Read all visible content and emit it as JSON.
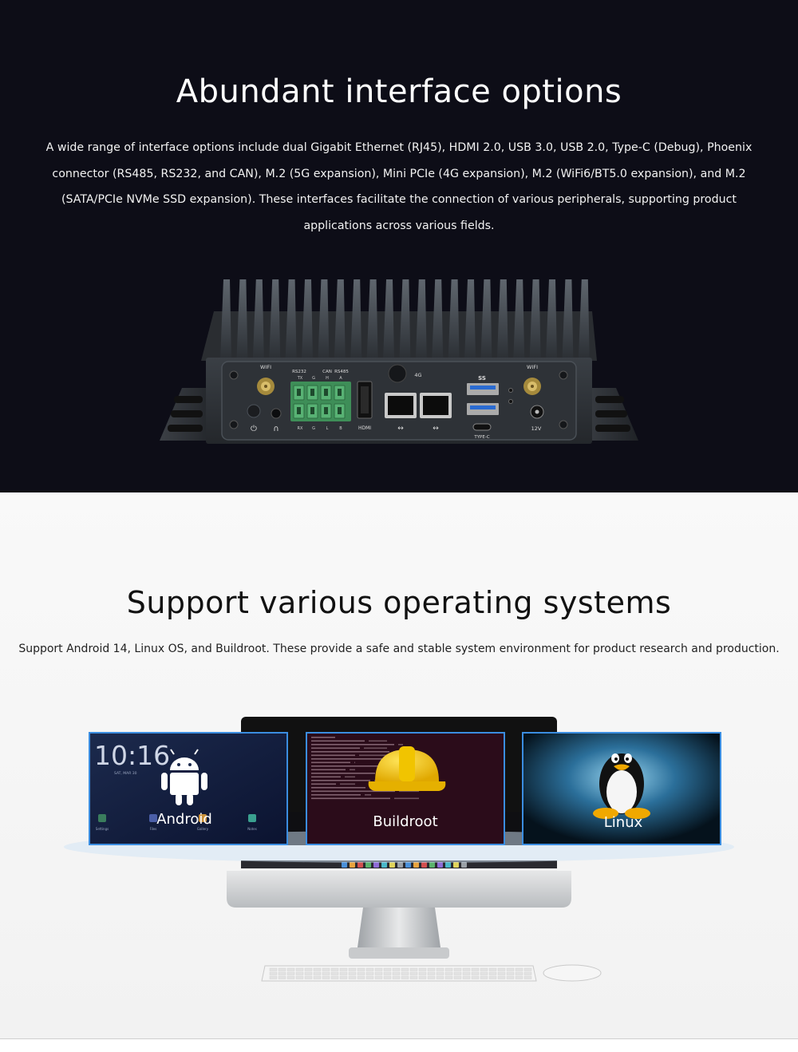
{
  "interface_section": {
    "title": "Abundant interface options",
    "description": "A wide range of interface options include dual Gigabit Ethernet (RJ45), HDMI 2.0, USB 3.0, USB 2.0, Type-C (Debug), Phoenix connector (RS485, RS232, and CAN), M.2 (5G expansion), Mini PCIe (4G expansion), M.2 (WiFi6/BT5.0 expansion), and M.2 (SATA/PCIe NVMe SSD expansion). These interfaces facilitate the connection of various peripherals, supporting product applications across various fields.",
    "device_labels": {
      "wifi_left": "WIFI",
      "rs232": "RS232",
      "can": "CAN",
      "rs485": "RS485",
      "pin_top": [
        "TX",
        "G",
        "H",
        "A"
      ],
      "pin_bottom": [
        "RX",
        "G",
        "L",
        "B"
      ],
      "hdmi": "HDMI",
      "antenna_4g": "4G",
      "usb": "SS",
      "wifi_right": "WIFI",
      "typec": "TYPE-C",
      "power": "12V"
    }
  },
  "os_section": {
    "title": "Support various operating systems",
    "description": "Support Android 14, Linux OS, and Buildroot. These provide a safe and stable system environment for product research and production.",
    "panels": {
      "android": {
        "label": "Android",
        "clock": "10:16",
        "date": "SAT, MAR 30",
        "apps": [
          "Settings",
          "Files",
          "Gallery",
          "Notes"
        ]
      },
      "buildroot": {
        "label": "Buildroot"
      },
      "linux": {
        "label": "Linux"
      }
    }
  }
}
